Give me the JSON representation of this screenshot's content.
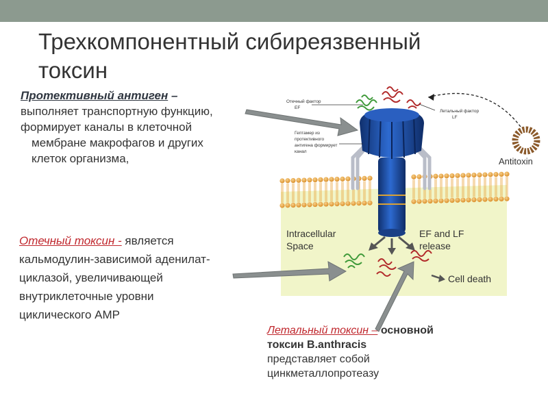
{
  "header": {
    "title_line1": "Трехкомпонентный сибиреязвенный",
    "title_line2": "токсин"
  },
  "protective_antigen": {
    "term": "Протективный антиген",
    "dash": " –",
    "line2": "выполняет транспортную функцию,",
    "line3": "формирует каналы в клеточной",
    "line4": "мембране макрофагов и других",
    "line5": "клеток организма,"
  },
  "edema_toxin": {
    "term": "Отечный токсин ",
    "dash": "-",
    "line1_rest": " является",
    "line2": "кальмодулин-зависимой аденилат-",
    "line3": "циклазой, увеличивающей",
    "line4": "внутриклеточные уровни",
    "line5": "циклического АМР"
  },
  "lethal_toxin": {
    "term": "Летальный токсин ",
    "dash": "–",
    "line1_rest": " основной",
    "line2": "токсин B.anthracis",
    "line3": "представляет собой",
    "line4": "цинкметаллопротеазу"
  },
  "diagram": {
    "label_ef_line1": "Отечный фактор",
    "label_ef_line2": "EF",
    "label_lf_line1": "Летальный фактор",
    "label_lf_line2": "LF",
    "label_heptamer_line1": "Гептамер из",
    "label_heptamer_line2": "протективного",
    "label_heptamer_line3": "антигена формирует",
    "label_heptamer_line4": "канал",
    "antitoxin": "Antitoxin",
    "intracellular_line1": "Intracellular",
    "intracellular_line2": "Space",
    "release_line1": "EF and LF",
    "release_line2": "release",
    "cell_death": "Cell death"
  },
  "colors": {
    "topbar": "#8c9a8f",
    "red_term": "#c0272d",
    "membrane_head": "#e8a33a",
    "cytoplasm": "#f1f5c9",
    "channel_blue": "#1f4fa0",
    "ef_green": "#3f9a3a",
    "lf_red": "#b22a2a",
    "arrow_gray": "#8a8f8f"
  }
}
